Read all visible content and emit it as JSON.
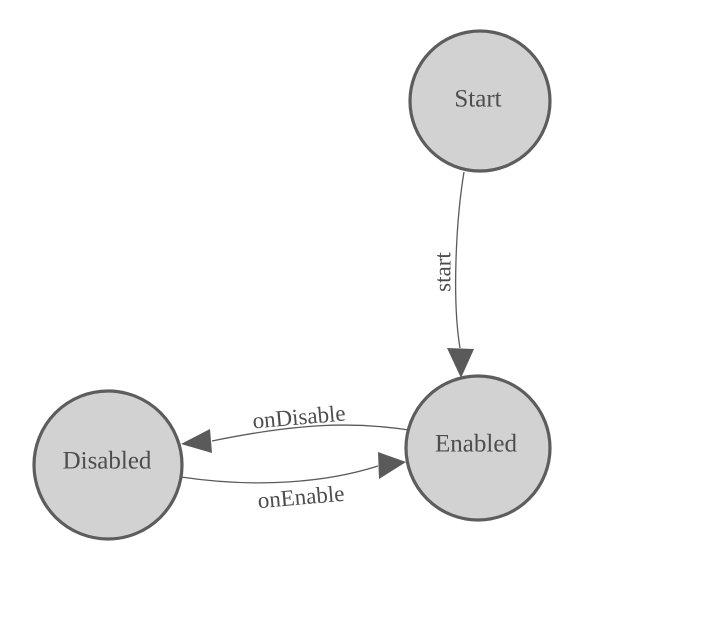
{
  "diagram": {
    "type": "state-machine",
    "nodes": [
      {
        "id": "start",
        "label": "Start"
      },
      {
        "id": "enabled",
        "label": "Enabled"
      },
      {
        "id": "disabled",
        "label": "Disabled"
      }
    ],
    "edges": [
      {
        "from": "start",
        "to": "enabled",
        "label": "start"
      },
      {
        "from": "enabled",
        "to": "disabled",
        "label": "onDisable"
      },
      {
        "from": "disabled",
        "to": "enabled",
        "label": "onEnable"
      }
    ],
    "colors": {
      "background": "#ffffff",
      "node_fill": "#d2d2d2",
      "node_stroke": "#5d5d5d",
      "edge_stroke": "#5a5a5a",
      "label_text": "#4d4d4d"
    }
  }
}
